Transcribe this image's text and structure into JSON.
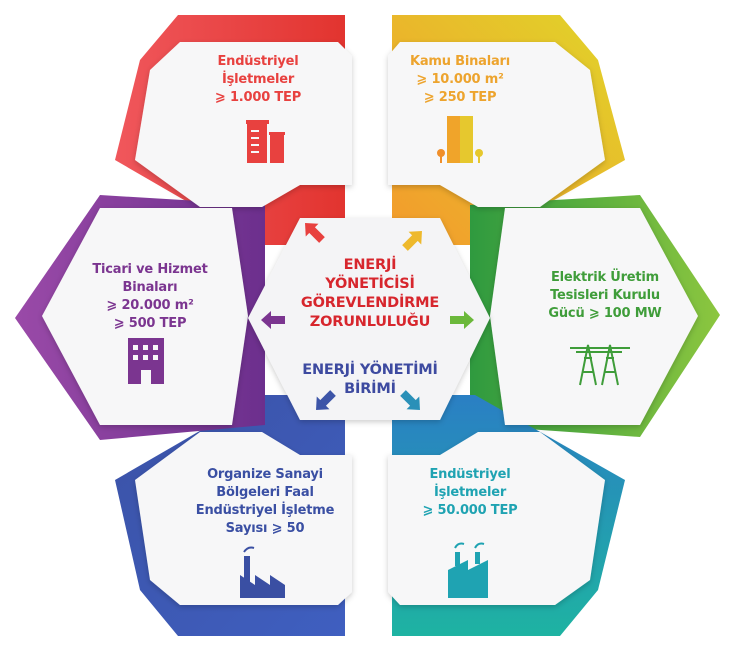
{
  "center": {
    "title_lines": [
      "ENERJİ",
      "YÖNETİCİSİ",
      "GÖREVLENDİRME",
      "ZORUNLULUĞU"
    ],
    "subtitle_lines": [
      "ENERJİ YÖNETİMİ",
      "BİRİMİ"
    ]
  },
  "segments": [
    {
      "id": "top-left",
      "lines": [
        "Endüstriyel",
        "İşletmeler",
        "⩾ 1.000 TEP"
      ],
      "color": "#e8413f",
      "icon": "industrial-building-icon"
    },
    {
      "id": "top-right",
      "lines": [
        "Kamu Binaları",
        "⩾ 10.000 m²",
        "⩾ 250 TEP"
      ],
      "color": "#eda42e",
      "icon": "public-building-icon"
    },
    {
      "id": "right",
      "lines": [
        "Elektrik Üretim",
        "Tesisleri Kurulu",
        "Gücü ⩾ 100 MW"
      ],
      "color": "#3f9d3a",
      "icon": "power-tower-icon"
    },
    {
      "id": "bottom-right",
      "lines": [
        "Endüstriyel",
        "İşletmeler",
        "⩾ 50.000 TEP"
      ],
      "color": "#1fa3b2",
      "icon": "factory-icon"
    },
    {
      "id": "bottom-left",
      "lines": [
        "Organize Sanayi",
        "Bölgeleri Faal",
        "Endüstriyel İşletme",
        "Sayısı ⩾ 50"
      ],
      "color": "#3a4fa3",
      "icon": "factory-chimney-icon"
    },
    {
      "id": "left",
      "lines": [
        "Ticari ve Hizmet",
        "Binaları",
        "⩾ 20.000 m²",
        "⩾ 500 TEP"
      ],
      "color": "#7b3590",
      "icon": "office-building-icon"
    }
  ]
}
